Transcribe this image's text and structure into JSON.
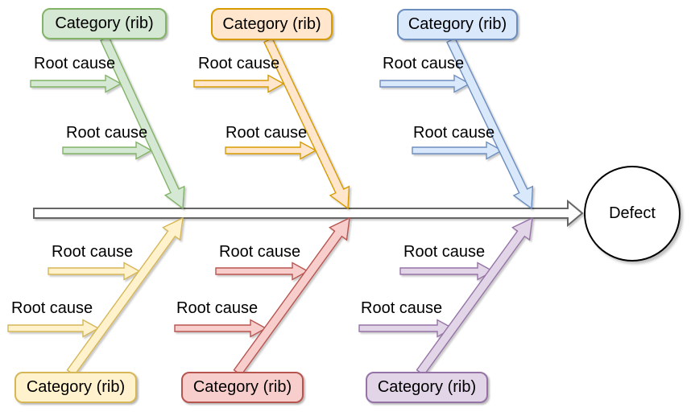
{
  "diagram": {
    "type": "fishbone-ishikawa",
    "effect": {
      "label": "Defect",
      "fill": "#ffffff",
      "stroke": "#000000"
    },
    "spine": {
      "fill": "#ffffff",
      "stroke": "#666666"
    },
    "categories": [
      {
        "id": "top-left",
        "side": "top",
        "label": "Category (rib)",
        "fill": "#d5e8d4",
        "stroke": "#82b366",
        "root_causes": [
          "Root cause",
          "Root cause"
        ]
      },
      {
        "id": "top-middle",
        "side": "top",
        "label": "Category (rib)",
        "fill": "#ffe6cc",
        "stroke": "#d79b00",
        "root_causes": [
          "Root cause",
          "Root cause"
        ]
      },
      {
        "id": "top-right",
        "side": "top",
        "label": "Category (rib)",
        "fill": "#dae8fc",
        "stroke": "#6c8ebf",
        "root_causes": [
          "Root cause",
          "Root cause"
        ]
      },
      {
        "id": "bottom-left",
        "side": "bottom",
        "label": "Category (rib)",
        "fill": "#fff2cc",
        "stroke": "#d6b656",
        "root_causes": [
          "Root cause",
          "Root cause"
        ]
      },
      {
        "id": "bottom-middle",
        "side": "bottom",
        "label": "Category (rib)",
        "fill": "#f8cecc",
        "stroke": "#b85450",
        "root_causes": [
          "Root cause",
          "Root cause"
        ]
      },
      {
        "id": "bottom-right",
        "side": "bottom",
        "label": "Category (rib)",
        "fill": "#e1d5e7",
        "stroke": "#9673a6",
        "root_causes": [
          "Root cause",
          "Root cause"
        ]
      }
    ]
  }
}
